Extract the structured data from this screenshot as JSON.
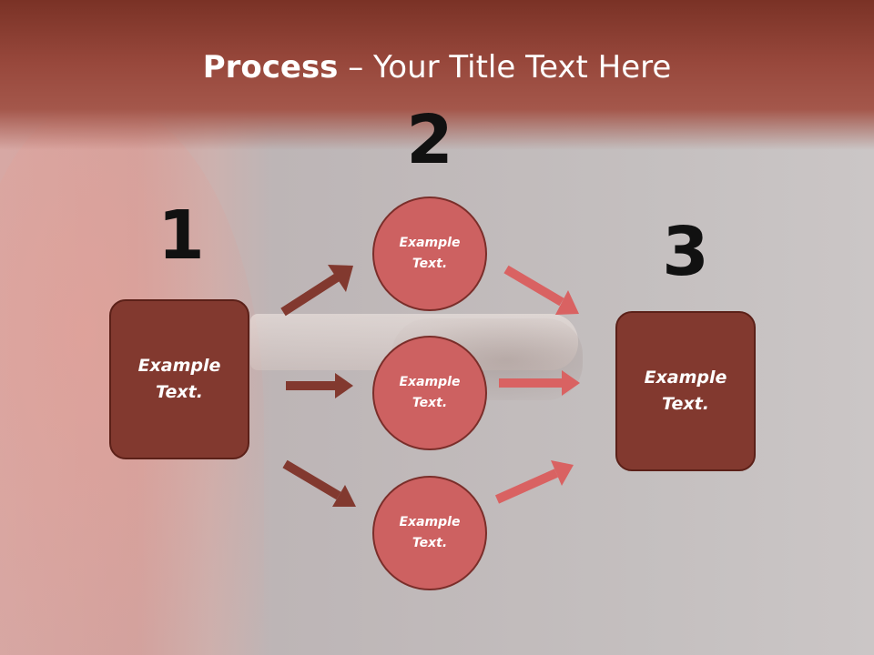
{
  "title": {
    "bold": "Process",
    "rest": " – Your Title Text Here"
  },
  "steps": [
    {
      "number": "1",
      "label": "Example Text."
    },
    {
      "number": "2",
      "items": [
        {
          "label": "Example Text."
        },
        {
          "label": "Example Text."
        },
        {
          "label": "Example Text."
        }
      ]
    },
    {
      "number": "3",
      "label": "Example Text."
    }
  ],
  "colors": {
    "header_band": "#98483c",
    "box_fill": "#82392f",
    "circle_fill": "#cd6161",
    "left_arrows": "#82392f",
    "right_arrows": "#d96262"
  }
}
